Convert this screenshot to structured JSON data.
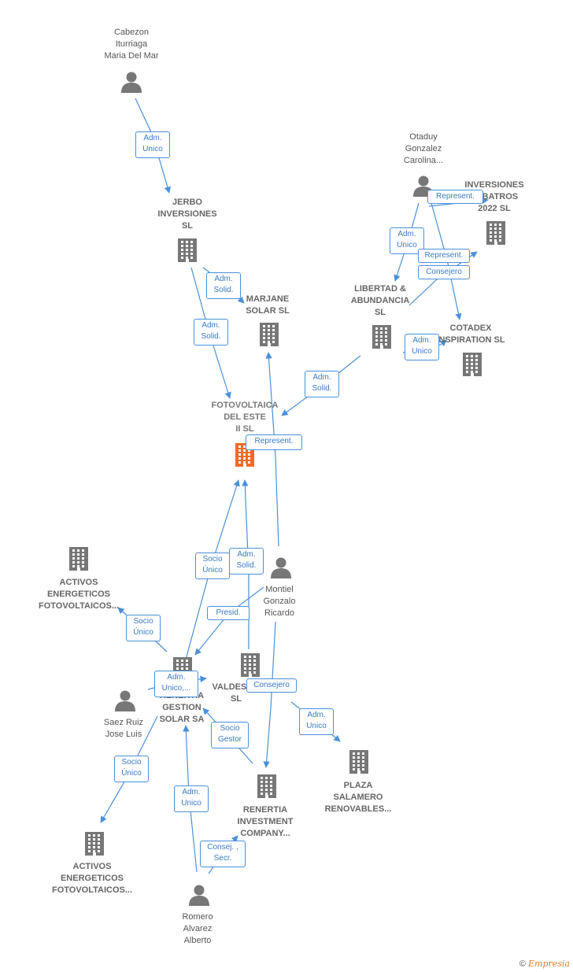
{
  "colors": {
    "edge": "#4a90d9",
    "node": "#777777",
    "main": "#f26a2a"
  },
  "nodes": [
    {
      "id": "cabezon",
      "type": "person",
      "label": "Cabezon\nIturriaga\nMaria Del Mar"
    },
    {
      "id": "jerbo",
      "type": "company",
      "label": "JERBO\nINVERSIONES\nSL"
    },
    {
      "id": "otaduy",
      "type": "person",
      "label": "Otaduy\nGonzalez\nCarolina..."
    },
    {
      "id": "albatros",
      "type": "company",
      "label": "INVERSIONES\nALBATROS\n2022  SL"
    },
    {
      "id": "marjane",
      "type": "company",
      "label": "MARJANE\nSOLAR  SL"
    },
    {
      "id": "libertad",
      "type": "company",
      "label": "LIBERTAD &\nABUNDANCIA\nSL"
    },
    {
      "id": "cotadex",
      "type": "company",
      "label": "COTADEX\nINSPIRATION SL"
    },
    {
      "id": "fotovoltaica",
      "type": "main",
      "label": "FOTOVOLTAICA\nDEL ESTE\nII  SL"
    },
    {
      "id": "activos1",
      "type": "company",
      "label": "ACTIVOS\nENERGETICOS\nFOTOVOLTAICOS..."
    },
    {
      "id": "montiel",
      "type": "person",
      "label": "Montiel\nGonzalo\nRicardo"
    },
    {
      "id": "renertia_gestion",
      "type": "company",
      "label": "RENERTIA\nGESTION\nSOLAR SA"
    },
    {
      "id": "valdesc",
      "type": "company",
      "label": "VALDESC...\nSL"
    },
    {
      "id": "saez",
      "type": "person",
      "label": "Saez Ruiz\nJose Luis"
    },
    {
      "id": "plaza",
      "type": "company",
      "label": "PLAZA\nSALAMERO\nRENOVABLES..."
    },
    {
      "id": "renertia_inv",
      "type": "company",
      "label": "RENERTIA\nINVESTMENT\nCOMPANY..."
    },
    {
      "id": "activos2",
      "type": "company",
      "label": "ACTIVOS\nENERGETICOS\nFOTOVOLTAICOS..."
    },
    {
      "id": "romero",
      "type": "person",
      "label": "Romero\nAlvarez\nAlberto"
    }
  ],
  "edges": [
    {
      "from": "cabezon",
      "to": "jerbo",
      "label": "Adm.\nUnico"
    },
    {
      "from": "jerbo",
      "to": "marjane",
      "label": "Adm.\nSolid."
    },
    {
      "from": "jerbo",
      "to": "fotovoltaica",
      "label": "Adm.\nSolid."
    },
    {
      "from": "otaduy",
      "to": "albatros",
      "label": "Represent."
    },
    {
      "from": "otaduy",
      "to": "libertad",
      "label": "Adm.\nUnico"
    },
    {
      "from": "libertad",
      "to": "albatros",
      "label": "Represent."
    },
    {
      "from": "otaduy",
      "to": "cotadex",
      "label": "Consejero"
    },
    {
      "from": "libertad",
      "to": "cotadex",
      "label": "Adm.\nUnico"
    },
    {
      "from": "libertad",
      "to": "fotovoltaica",
      "label": "Adm.\nSolid."
    },
    {
      "from": "montiel",
      "to": "marjane",
      "label": "Represent."
    },
    {
      "from": "renertia_gestion",
      "to": "fotovoltaica",
      "label": "Socio\nÚnico"
    },
    {
      "from": "valdesc",
      "to": "fotovoltaica",
      "label": "Adm.\nSolid."
    },
    {
      "from": "renertia_gestion",
      "to": "activos1",
      "label": "Socio\nÚnico"
    },
    {
      "from": "montiel",
      "to": "renertia_gestion",
      "label": "Presid."
    },
    {
      "from": "saez",
      "to": "renertia_gestion",
      "label": "Adm.\nUnico,..."
    },
    {
      "from": "montiel",
      "to": "renertia_inv",
      "label": "Consejero"
    },
    {
      "from": "montiel",
      "to": "plaza",
      "label": "Adm.\nUnico"
    },
    {
      "from": "renertia_inv",
      "to": "renertia_gestion",
      "label": "Socio\nGestor"
    },
    {
      "from": "saez",
      "to": "activos2",
      "label": "Socio\nÚnico"
    },
    {
      "from": "romero",
      "to": "renertia_gestion",
      "label": "Adm.\nUnico"
    },
    {
      "from": "romero",
      "to": "renertia_inv",
      "label": "Consej. ,\nSecr."
    }
  ],
  "footer": {
    "copyright": "©",
    "brand": "Empresia"
  }
}
